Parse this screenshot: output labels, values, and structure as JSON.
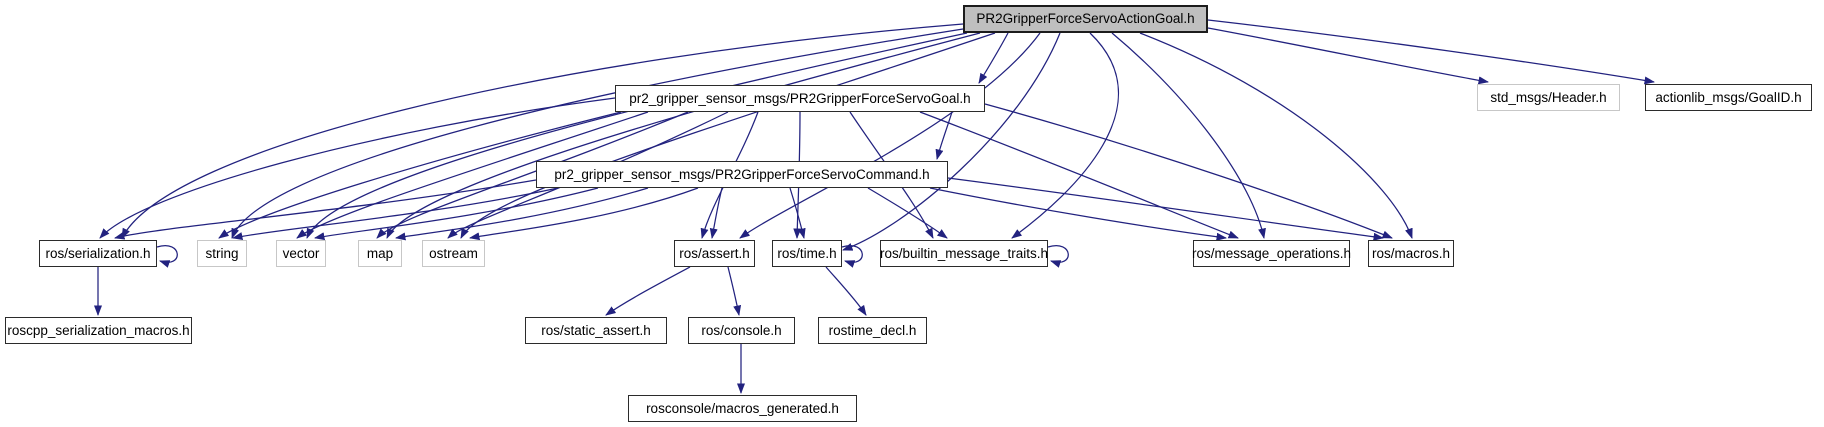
{
  "diagram": {
    "kind": "include-dependency-graph",
    "edge_color": "#22227f",
    "main_node_fill": "#bfbfbf",
    "node_fill": "#ffffff",
    "external_border": "#c7c7c7",
    "nodes": [
      {
        "id": "actiongoal",
        "label": "PR2GripperForceServoActionGoal.h",
        "type": "main"
      },
      {
        "id": "goal",
        "label": "pr2_gripper_sensor_msgs/PR2GripperForceServoGoal.h",
        "type": "normal"
      },
      {
        "id": "header",
        "label": "std_msgs/Header.h",
        "type": "external"
      },
      {
        "id": "goalid",
        "label": "actionlib_msgs/GoalID.h",
        "type": "normal"
      },
      {
        "id": "command",
        "label": "pr2_gripper_sensor_msgs/PR2GripperForceServoCommand.h",
        "type": "normal"
      },
      {
        "id": "serialization",
        "label": "ros/serialization.h",
        "type": "normal"
      },
      {
        "id": "string",
        "label": "string",
        "type": "external"
      },
      {
        "id": "vector",
        "label": "vector",
        "type": "external"
      },
      {
        "id": "map",
        "label": "map",
        "type": "external"
      },
      {
        "id": "ostream",
        "label": "ostream",
        "type": "external"
      },
      {
        "id": "assert",
        "label": "ros/assert.h",
        "type": "normal"
      },
      {
        "id": "time",
        "label": "ros/time.h",
        "type": "normal"
      },
      {
        "id": "builtin",
        "label": "ros/builtin_message_traits.h",
        "type": "normal"
      },
      {
        "id": "msgops",
        "label": "ros/message_operations.h",
        "type": "normal"
      },
      {
        "id": "macros",
        "label": "ros/macros.h",
        "type": "normal"
      },
      {
        "id": "roscppser",
        "label": "roscpp_serialization_macros.h",
        "type": "normal"
      },
      {
        "id": "staticassert",
        "label": "ros/static_assert.h",
        "type": "normal"
      },
      {
        "id": "console",
        "label": "ros/console.h",
        "type": "normal"
      },
      {
        "id": "rostimedecl",
        "label": "rostime_decl.h",
        "type": "normal"
      },
      {
        "id": "rosconsolemacros",
        "label": "rosconsole/macros_generated.h",
        "type": "normal"
      }
    ],
    "edges": [
      {
        "from": "actiongoal",
        "to": "goal"
      },
      {
        "from": "actiongoal",
        "to": "header"
      },
      {
        "from": "actiongoal",
        "to": "goalid"
      },
      {
        "from": "actiongoal",
        "to": "serialization"
      },
      {
        "from": "actiongoal",
        "to": "string"
      },
      {
        "from": "actiongoal",
        "to": "vector"
      },
      {
        "from": "actiongoal",
        "to": "map"
      },
      {
        "from": "actiongoal",
        "to": "ostream"
      },
      {
        "from": "actiongoal",
        "to": "assert"
      },
      {
        "from": "actiongoal",
        "to": "time"
      },
      {
        "from": "actiongoal",
        "to": "builtin"
      },
      {
        "from": "actiongoal",
        "to": "msgops"
      },
      {
        "from": "actiongoal",
        "to": "macros"
      },
      {
        "from": "goal",
        "to": "command"
      },
      {
        "from": "goal",
        "to": "serialization"
      },
      {
        "from": "goal",
        "to": "string"
      },
      {
        "from": "goal",
        "to": "vector"
      },
      {
        "from": "goal",
        "to": "map"
      },
      {
        "from": "goal",
        "to": "ostream"
      },
      {
        "from": "goal",
        "to": "assert"
      },
      {
        "from": "goal",
        "to": "time"
      },
      {
        "from": "goal",
        "to": "builtin"
      },
      {
        "from": "goal",
        "to": "msgops"
      },
      {
        "from": "goal",
        "to": "macros"
      },
      {
        "from": "command",
        "to": "serialization"
      },
      {
        "from": "command",
        "to": "string"
      },
      {
        "from": "command",
        "to": "vector"
      },
      {
        "from": "command",
        "to": "map"
      },
      {
        "from": "command",
        "to": "ostream"
      },
      {
        "from": "command",
        "to": "assert"
      },
      {
        "from": "command",
        "to": "time"
      },
      {
        "from": "command",
        "to": "builtin"
      },
      {
        "from": "command",
        "to": "msgops"
      },
      {
        "from": "command",
        "to": "macros"
      },
      {
        "from": "serialization",
        "to": "serialization"
      },
      {
        "from": "serialization",
        "to": "roscppser"
      },
      {
        "from": "time",
        "to": "time"
      },
      {
        "from": "time",
        "to": "rostimedecl"
      },
      {
        "from": "builtin",
        "to": "builtin"
      },
      {
        "from": "assert",
        "to": "staticassert"
      },
      {
        "from": "assert",
        "to": "console"
      },
      {
        "from": "console",
        "to": "rosconsolemacros"
      }
    ]
  }
}
